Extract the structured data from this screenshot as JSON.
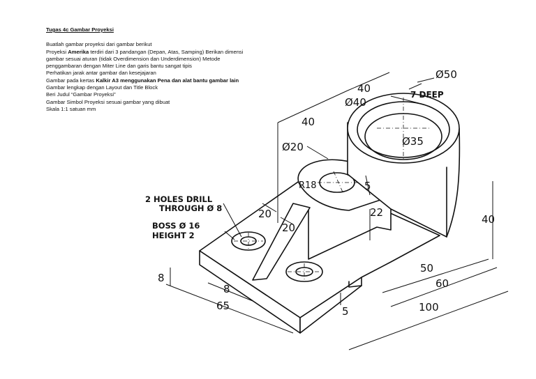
{
  "document": {
    "title": "Tugas 4c Gambar Proyeksi",
    "lines": [
      {
        "parts": [
          {
            "t": "Buatlah gambar proyeksi dari gambar berikut",
            "b": false
          }
        ]
      },
      {
        "parts": [
          {
            "t": "Proyeksi ",
            "b": false
          },
          {
            "t": "Amerika",
            "b": true
          },
          {
            "t": " terdiri dari 3 pandangan (Depan, Atas, Samping) Berikan dimensi",
            "b": false
          }
        ]
      },
      {
        "parts": [
          {
            "t": "gambar sesuai aturan (tidak Overdimension dan Underdimension) Metode",
            "b": false
          }
        ]
      },
      {
        "parts": [
          {
            "t": "penggambaran dengan Miter Line dan garis bantu sangat tipis",
            "b": false
          }
        ]
      },
      {
        "parts": [
          {
            "t": "Perhatikan jarak antar gambar dan kesejajaran",
            "b": false
          }
        ]
      },
      {
        "parts": [
          {
            "t": "Gambar pada kertas ",
            "b": false
          },
          {
            "t": "Kalkir A3 menggunakan Pena dan alat bantu gambar lain",
            "b": true
          }
        ]
      },
      {
        "parts": [
          {
            "t": "Gambar lengkap dengan Layout dan Title Block",
            "b": false
          }
        ]
      },
      {
        "parts": [
          {
            "t": "Beri Judul “Gambar Proyeksi”",
            "b": false
          }
        ]
      },
      {
        "parts": [
          {
            "t": "Gambar Simbol Proyeksi sesuai gambar yang dibuat",
            "b": false
          }
        ]
      },
      {
        "parts": [
          {
            "t": "Skala 1:1 satuan mm",
            "b": false
          }
        ]
      }
    ]
  },
  "drawing": {
    "notes": {
      "holes_line1": "2 HOLES DRILL",
      "holes_line2": "THROUGH Ø 8",
      "boss_line1": "BOSS  Ø 16",
      "boss_line2": "HEIGHT   2",
      "depth": "7 DEEP"
    },
    "dims": {
      "d50": "Ø50",
      "d40": "Ø40",
      "d35": "Ø35",
      "d20": "Ø20",
      "r18": "R18",
      "top_40": "40",
      "left_40": "40",
      "right_40": "40",
      "d_22": "22",
      "d_5_top": "5",
      "d_5_bottom": "5",
      "rib_20_a": "20",
      "rib_20_b": "20",
      "base_8_left": "8",
      "base_8_front": "8",
      "base_65": "65",
      "base_50": "50",
      "base_60": "60",
      "base_100": "100"
    }
  }
}
